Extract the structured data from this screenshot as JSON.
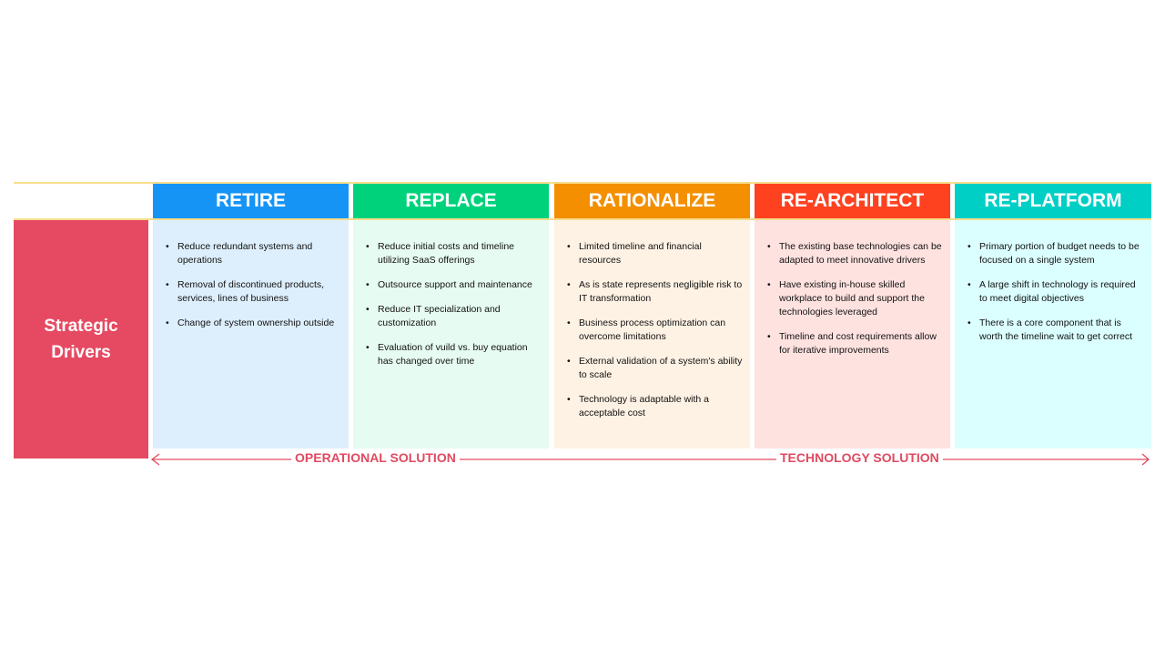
{
  "row_label": "Strategic Drivers",
  "columns": [
    {
      "title": "RETIRE",
      "color": "#1594f6",
      "bg": "#ddeffd",
      "items": [
        "Reduce redundant systems and operations",
        "Removal of discontinued products, services, lines of business",
        "Change of system ownership outside"
      ]
    },
    {
      "title": "REPLACE",
      "color": "#00d27c",
      "bg": "#e6fbf1",
      "items": [
        "Reduce initial costs and timeline utilizing SaaS offerings",
        "Outsource support and maintenance",
        "Reduce IT specialization and customization",
        "Evaluation of vuild vs. buy equation has changed over time"
      ]
    },
    {
      "title": "RATIONALIZE",
      "color": "#f38f00",
      "bg": "#fef2e4",
      "items": [
        "Limited timeline and financial resources",
        "As is state represents negligible risk to IT transformation",
        "Business process optimization can overcome limitations",
        "External validation of a system's ability to scale",
        "Technology is adaptable with a acceptable cost"
      ]
    },
    {
      "title": "RE-ARCHITECT",
      "color": "#fe4220",
      "bg": "#fee2e0",
      "items": [
        "The existing base technologies can be adapted to meet innovative drivers",
        "Have existing in-house skilled workplace to build and support the technologies leveraged",
        "Timeline and cost requirements allow for iterative improvements"
      ]
    },
    {
      "title": "RE-PLATFORM",
      "color": "#00cfc6",
      "bg": "#dbfefe",
      "items": [
        "Primary portion of budget needs to be focused on a single system",
        "A large shift in technology is required to meet digital objectives",
        "There is a core component that is worth the timeline wait to get correct"
      ]
    }
  ],
  "arrow": {
    "left_label": "OPERATIONAL SOLUTION",
    "right_label": "TECHNOLOGY SOLUTION",
    "color": "#e04a60"
  }
}
